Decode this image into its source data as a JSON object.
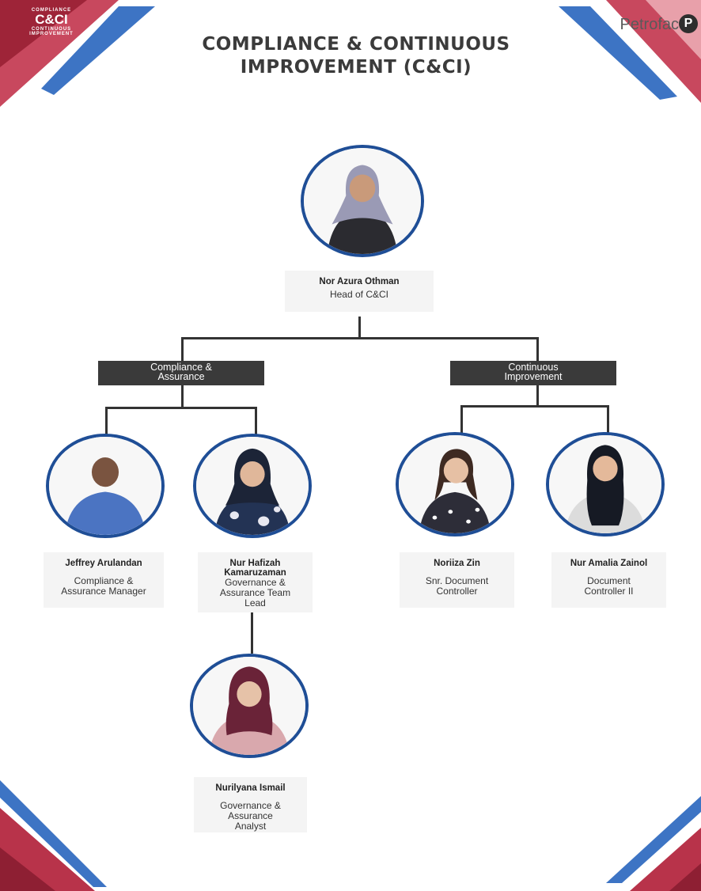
{
  "logo": {
    "line1": "COMPLIANCE",
    "big": "C&CI",
    "line2": "CONTINUOUS",
    "line3": "IMPROVEMENT"
  },
  "brand": {
    "name": "Petrofac",
    "mark": "P"
  },
  "title": {
    "line1": "COMPLIANCE & CONTINUOUS",
    "line2": "IMPROVEMENT (C&CI)"
  },
  "head": {
    "name": "Nor Azura Othman",
    "role": "Head of C&CI"
  },
  "groups": {
    "compliance": {
      "line1": "Compliance &",
      "line2": "Assurance"
    },
    "improvement": {
      "line1": "Continuous",
      "line2": "Improvement"
    }
  },
  "people": {
    "jeffrey": {
      "name": "Jeffrey Arulandan",
      "role1": "Compliance &",
      "role2": "Assurance Manager"
    },
    "hafizah": {
      "name1": "Nur Hafizah",
      "name2": "Kamaruzaman",
      "role1": "Governance &",
      "role2": "Assurance Team",
      "role3": "Lead"
    },
    "noriiza": {
      "name": "Noriiza Zin",
      "role1": "Snr. Document",
      "role2": "Controller"
    },
    "amalia": {
      "name": "Nur Amalia Zainol",
      "role1": "Document",
      "role2": "Controller II"
    },
    "nurilyana": {
      "name": "Nurilyana Ismail",
      "role1": "Governance &",
      "role2": "Assurance",
      "role3": "Analyst"
    }
  },
  "colors": {
    "ring": "#1f4e96",
    "red": "#b8334a",
    "blue": "#2f6bbd",
    "group_bg": "#3a3a3a"
  }
}
